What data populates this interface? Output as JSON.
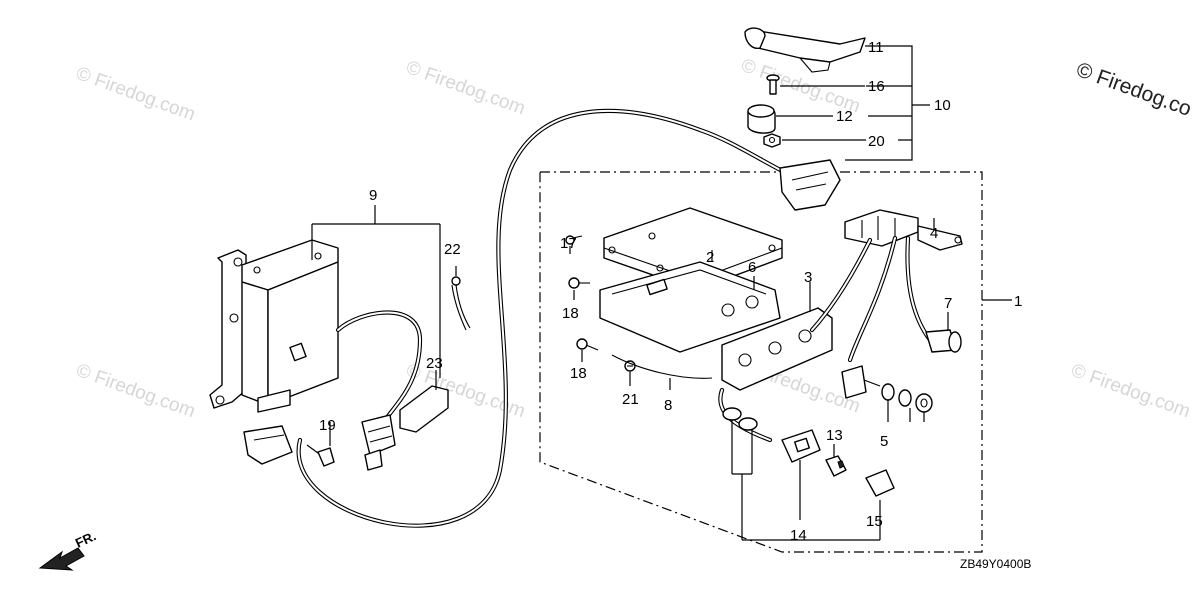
{
  "diagram": {
    "code": "ZB49Y0400B",
    "front_label": "FR.",
    "watermark": "© Firedog.com",
    "watermark_corner": "© Firedog.co",
    "callouts": [
      {
        "id": "c1",
        "text": "1"
      },
      {
        "id": "c2",
        "text": "2"
      },
      {
        "id": "c3",
        "text": "3"
      },
      {
        "id": "c4",
        "text": "4"
      },
      {
        "id": "c5",
        "text": "5"
      },
      {
        "id": "c6",
        "text": "6"
      },
      {
        "id": "c7",
        "text": "7"
      },
      {
        "id": "c8",
        "text": "8"
      },
      {
        "id": "c9",
        "text": "9"
      },
      {
        "id": "c10",
        "text": "10"
      },
      {
        "id": "c11",
        "text": "11"
      },
      {
        "id": "c12",
        "text": "12"
      },
      {
        "id": "c13",
        "text": "13"
      },
      {
        "id": "c14",
        "text": "14"
      },
      {
        "id": "c15",
        "text": "15"
      },
      {
        "id": "c16",
        "text": "16"
      },
      {
        "id": "c17",
        "text": "17"
      },
      {
        "id": "c18a",
        "text": "18"
      },
      {
        "id": "c18b",
        "text": "18"
      },
      {
        "id": "c19",
        "text": "19"
      },
      {
        "id": "c20",
        "text": "20"
      },
      {
        "id": "c21",
        "text": "21"
      },
      {
        "id": "c22",
        "text": "22"
      },
      {
        "id": "c23",
        "text": "23"
      }
    ]
  }
}
